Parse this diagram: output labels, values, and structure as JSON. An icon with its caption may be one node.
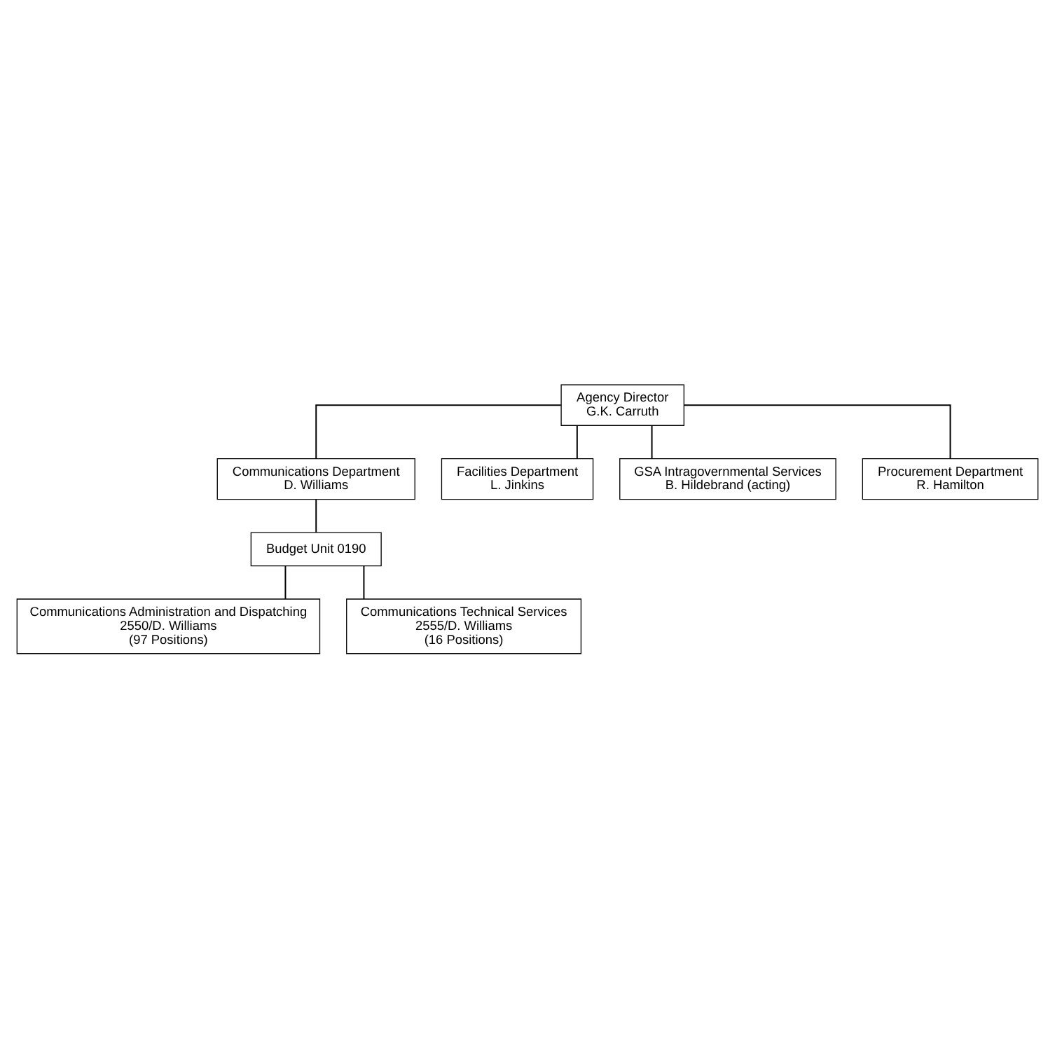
{
  "diagram": {
    "nodes": [
      {
        "text": [
          "Agency Director",
          "G.K. Carruth"
        ]
      },
      {
        "text": [
          "Communications Department",
          "D. Williams"
        ]
      },
      {
        "text": [
          "Facilities Department",
          "L. Jinkins"
        ]
      },
      {
        "text": [
          "GSA Intragovernmental Services",
          "B. Hildebrand (acting)"
        ]
      },
      {
        "text": [
          "Procurement Department",
          "R. Hamilton"
        ]
      },
      {
        "text": [
          "Budget Unit 0190"
        ]
      },
      {
        "text": [
          "Communications Administration and Dispatching",
          "2550/D. Williams",
          "(97 Positions)"
        ]
      },
      {
        "text": [
          "Communications Technical Services",
          "2555/D. Williams",
          "(16 Positions)"
        ]
      }
    ],
    "edges": [
      {
        "from": 0,
        "to": 1,
        "arrow": "none"
      },
      {
        "from": 0,
        "to": 2,
        "arrow": "none"
      },
      {
        "from": 0,
        "to": 3,
        "arrow": "none"
      },
      {
        "from": 0,
        "to": 4,
        "arrow": "none"
      },
      {
        "from": 1,
        "to": 5,
        "arrow": "none"
      },
      {
        "from": 5,
        "to": 6,
        "arrow": "none"
      },
      {
        "from": 5,
        "to": 7,
        "arrow": "none"
      }
    ]
  }
}
